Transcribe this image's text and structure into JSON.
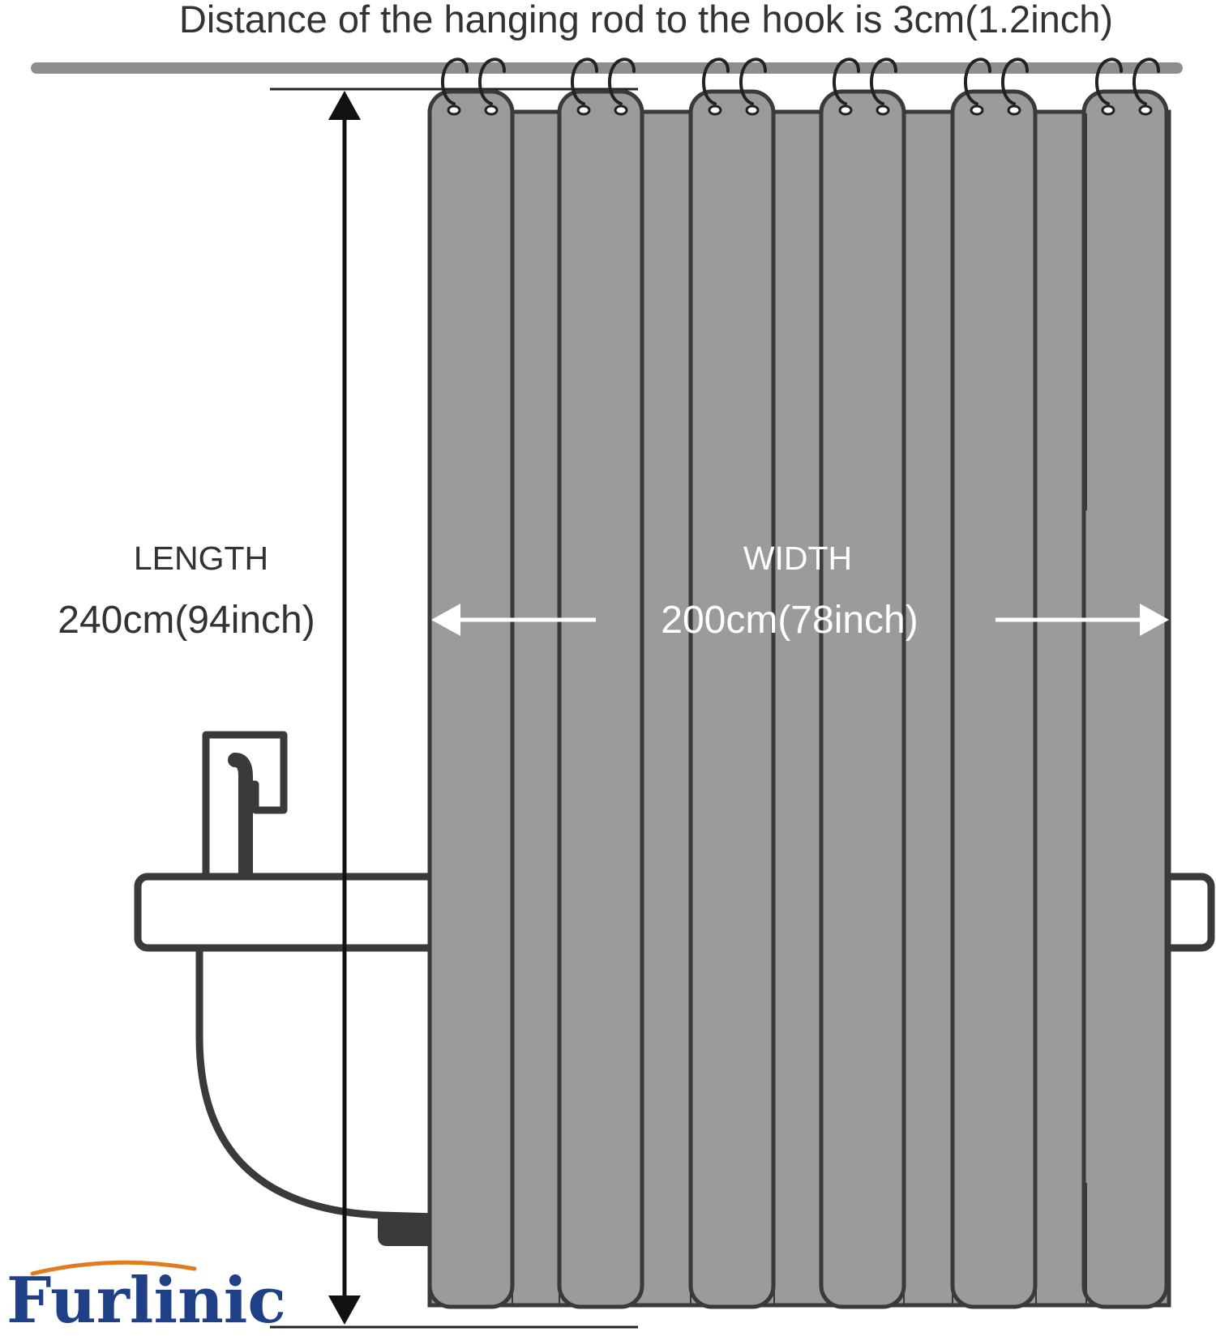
{
  "header": {
    "note": "Distance of the hanging rod to the hook is 3cm(1.2inch)"
  },
  "length": {
    "label": "LENGTH",
    "value": "240cm(94inch)"
  },
  "width": {
    "label": "WIDTH",
    "value": "200cm(78inch)"
  },
  "brand": {
    "name": "Furlinic"
  },
  "colors": {
    "curtain": "#9b9b9b",
    "rod": "#8e8e8e",
    "outline": "#3a3a3a",
    "dimension_text": "#333333",
    "width_text": "#ffffff",
    "brand_blue": "#1f3f86",
    "brand_accent": "#e07b1e"
  }
}
